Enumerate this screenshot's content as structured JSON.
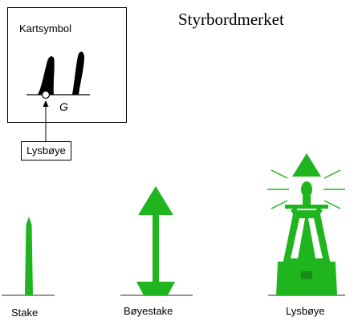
{
  "title": "Styrbordmerket",
  "chart_symbol": {
    "label": "Kartsymbol",
    "letter": "G"
  },
  "pointer_label": "Lysbøye",
  "marks": [
    {
      "name": "stake",
      "label": "Stake"
    },
    {
      "name": "boyestake",
      "label": "Bøyestake"
    },
    {
      "name": "lysboye",
      "label": "Lysbøye"
    }
  ],
  "colors": {
    "mark_green": "#1fb51f",
    "outline": "#000000",
    "water_line": "#555555"
  }
}
